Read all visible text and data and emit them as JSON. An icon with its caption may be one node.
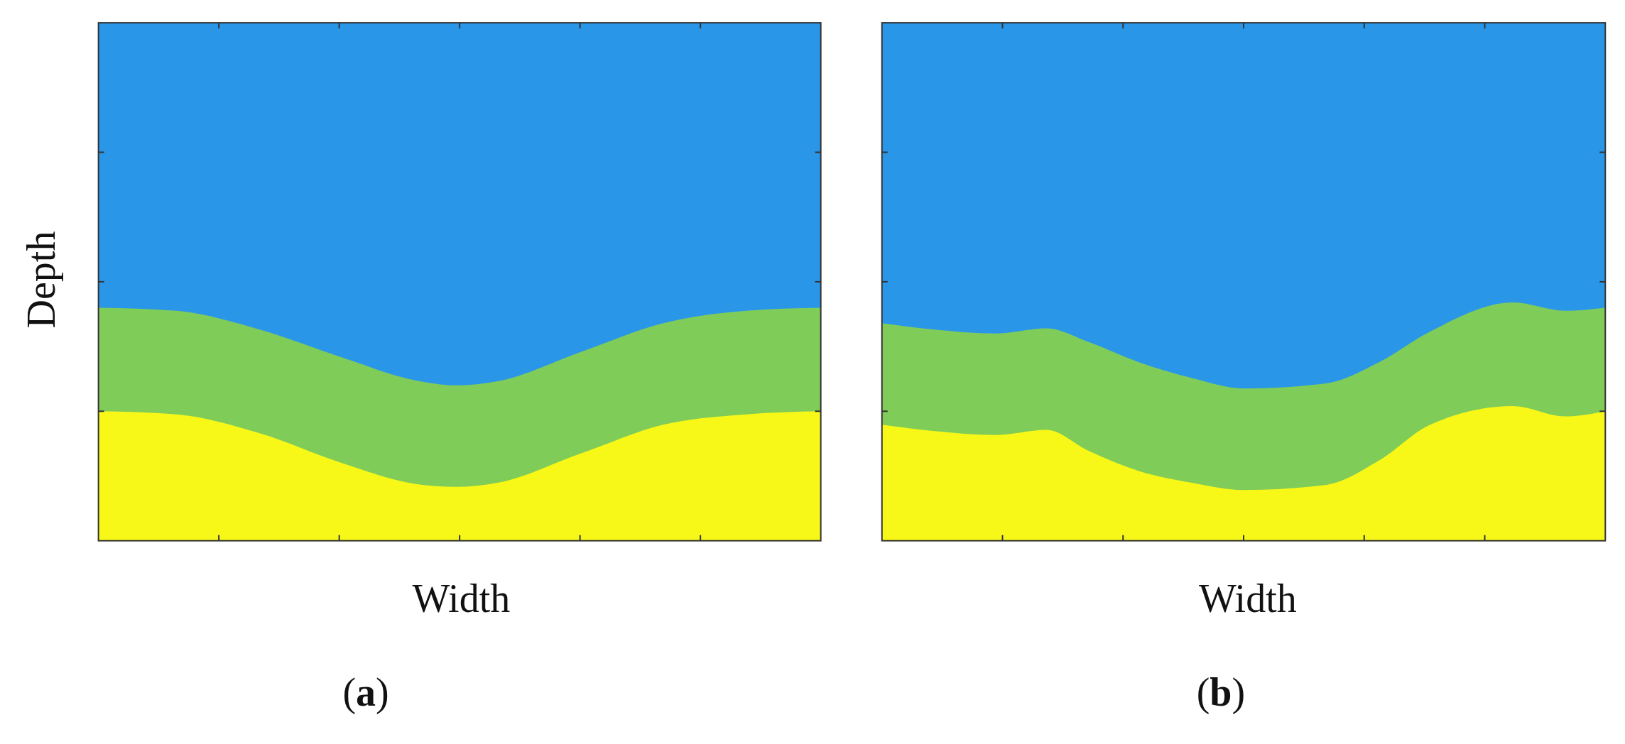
{
  "diagram": {
    "labels": [
      "Depth",
      "Width",
      "Width",
      "(**a**)",
      "(**b**)"
    ]
  }
}
